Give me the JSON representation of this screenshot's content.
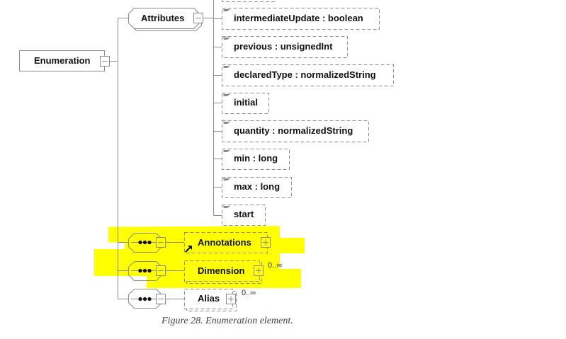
{
  "diagram": {
    "root": {
      "label": "Enumeration",
      "expander": "minus"
    },
    "attributes_group": {
      "label": "Attributes",
      "expander": "minus",
      "items": [
        {
          "label": "intermediateUpdate : boolean"
        },
        {
          "label": "previous : unsignedInt"
        },
        {
          "label": "declaredType : normalizedString"
        },
        {
          "label": "initial"
        },
        {
          "label": "quantity : normalizedString"
        },
        {
          "label": "min : long"
        },
        {
          "label": "max : long"
        },
        {
          "label": "start"
        }
      ]
    },
    "children": [
      {
        "label": "Annotations",
        "compositor": "sequence",
        "expander": "plus",
        "cardinality": "",
        "highlighted": true,
        "reference": true
      },
      {
        "label": "Dimension",
        "compositor": "sequence",
        "expander": "plus",
        "cardinality": "0..∞",
        "highlighted": true,
        "reference": false
      },
      {
        "label": "Alias",
        "compositor": "sequence",
        "expander": "plus",
        "cardinality": "0..∞",
        "highlighted": false,
        "reference": false
      }
    ],
    "sequence_glyph": "•••",
    "highlight_color": "#ffff00",
    "line_color": "#8c8c8c"
  },
  "caption": "Figure 28. Enumeration element."
}
